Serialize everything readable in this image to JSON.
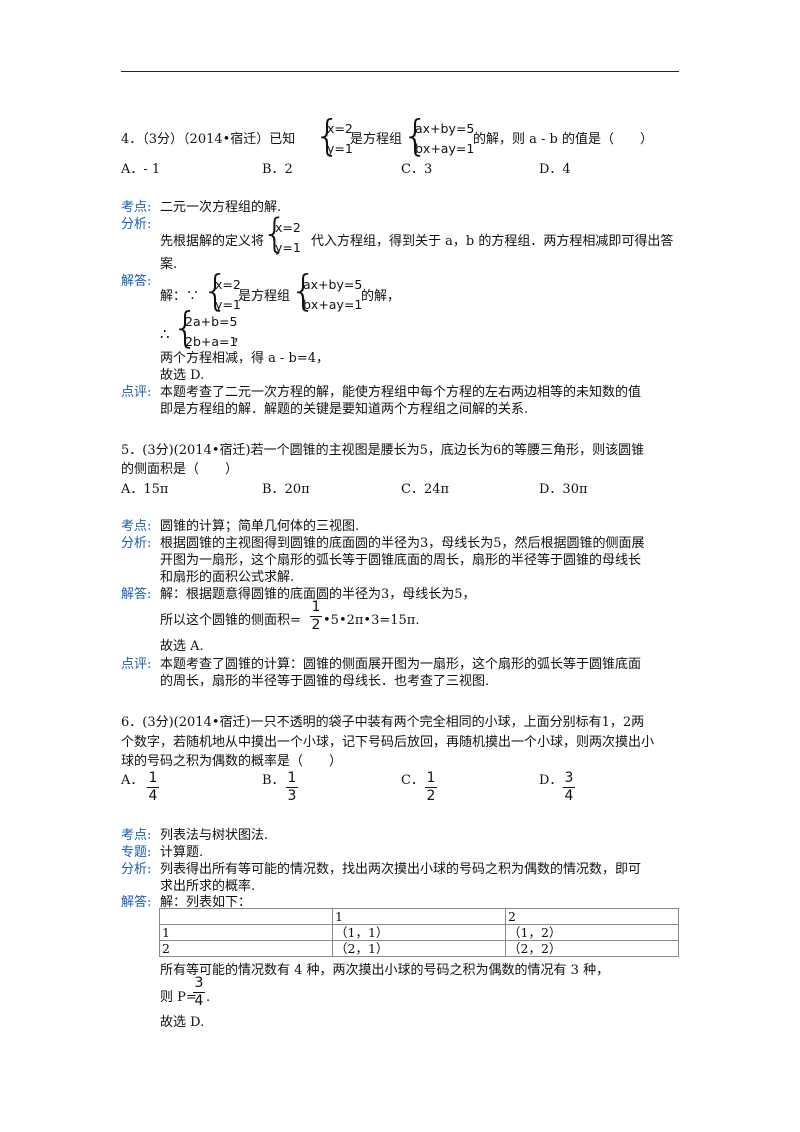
{
  "q4": {
    "stem_a": "4．（3分）（2014•宿迁）已知",
    "stem_b": "是方程组",
    "stem_c": "的解，则 a - b 的值是（　　）",
    "sol": [
      "x=2",
      "y=1"
    ],
    "eqs": [
      "ax+by=5",
      "bx+ay=1"
    ],
    "options": [
      "A．- 1",
      "B．2",
      "C．3",
      "D．4"
    ],
    "kaodian_label": "考点:",
    "kaodian": "二元一次方程组的解.",
    "fenxi_label": "分析:",
    "fenxi_a": "先根据解的定义将",
    "fenxi_b": "代入方程组，得到关于 a，b 的方程组．两方程相减即可得出答",
    "fenxi_c": "案.",
    "jieda_label": "解答:",
    "jieda_a": "解：∵",
    "jieda_b": "是方程组",
    "jieda_c": "的解，",
    "therefore": "∴",
    "derived": [
      "2a+b=5",
      "2b+a=1"
    ],
    "derived_tail": "，",
    "step1": "两个方程相减，得 a - b=4，",
    "step2": "故选 D.",
    "dianping_label": "点评:",
    "dianping": [
      "本题考查了二元一次方程的解，能使方程组中每个方程的左右两边相等的未知数的值",
      "即是方程组的解．解题的关键是要知道两个方程组之间解的关系."
    ]
  },
  "q5": {
    "stem": [
      "5．(3分)(2014•宿迁)若一个圆锥的主视图是腰长为5，底边长为6的等腰三角形，则该圆锥",
      "的侧面积是（　　）"
    ],
    "options": [
      "A．15π",
      "B．20π",
      "C．24π",
      "D．30π"
    ],
    "kaodian_label": "考点:",
    "kaodian": "圆锥的计算；简单几何体的三视图.",
    "fenxi_label": "分析:",
    "fenxi": [
      "根据圆锥的主视图得到圆锥的底面圆的半径为3，母线长为5，然后根据圆锥的侧面展",
      "开图为一扇形，这个扇形的弧长等于圆锥底面的周长，扇形的半径等于圆锥的母线长",
      "和扇形的面积公式求解."
    ],
    "jieda_label": "解答:",
    "jieda": "解：根据题意得圆锥的底面圆的半径为3，母线长为5，",
    "calc_a": "所以这个圆锥的侧面积=",
    "calc_num": "1",
    "calc_den": "2",
    "calc_b": "•5•2π•3=15π.",
    "choice": "故选 A.",
    "dianping_label": "点评:",
    "dianping": [
      "本题考查了圆锥的计算：圆锥的侧面展开图为一扇形，这个扇形的弧长等于圆锥底面",
      "的周长，扇形的半径等于圆锥的母线长．也考查了三视图."
    ]
  },
  "q6": {
    "stem": [
      "6．(3分)(2014•宿迁)一只不透明的袋子中装有两个完全相同的小球，上面分别标有1，2两",
      "个数字，若随机地从中摸出一个小球，记下号码后放回，再随机摸出一个小球，则两次摸出小",
      "球的号码之积为偶数的概率是（　　）"
    ],
    "options": [
      {
        "letter": "A．",
        "num": "1",
        "den": "4"
      },
      {
        "letter": "B．",
        "num": "1",
        "den": "3"
      },
      {
        "letter": "C．",
        "num": "1",
        "den": "2"
      },
      {
        "letter": "D．",
        "num": "3",
        "den": "4"
      }
    ],
    "kaodian_label": "考点:",
    "kaodian": "列表法与树状图法.",
    "zhuanti_label": "专题:",
    "zhuanti": "计算题.",
    "fenxi_label": "分析:",
    "fenxi": [
      "列表得出所有等可能的情况数，找出两次摸出小球的号码之积为偶数的情况数，即可",
      "求出所求的概率."
    ],
    "jieda_label": "解答:",
    "jieda": "解：列表如下：",
    "table": [
      [
        "",
        "1",
        "2"
      ],
      [
        "1",
        "（1，1）",
        "（1，2）"
      ],
      [
        "2",
        "（2，1）",
        "（2，2）"
      ]
    ],
    "after_table": "所有等可能的情况数有 4 种，两次摸出小球的号码之积为偶数的情况有 3 种，",
    "p_a": "则 P=",
    "p_num": "3",
    "p_den": "4",
    "p_tail": ".",
    "choice": "故选 D."
  }
}
